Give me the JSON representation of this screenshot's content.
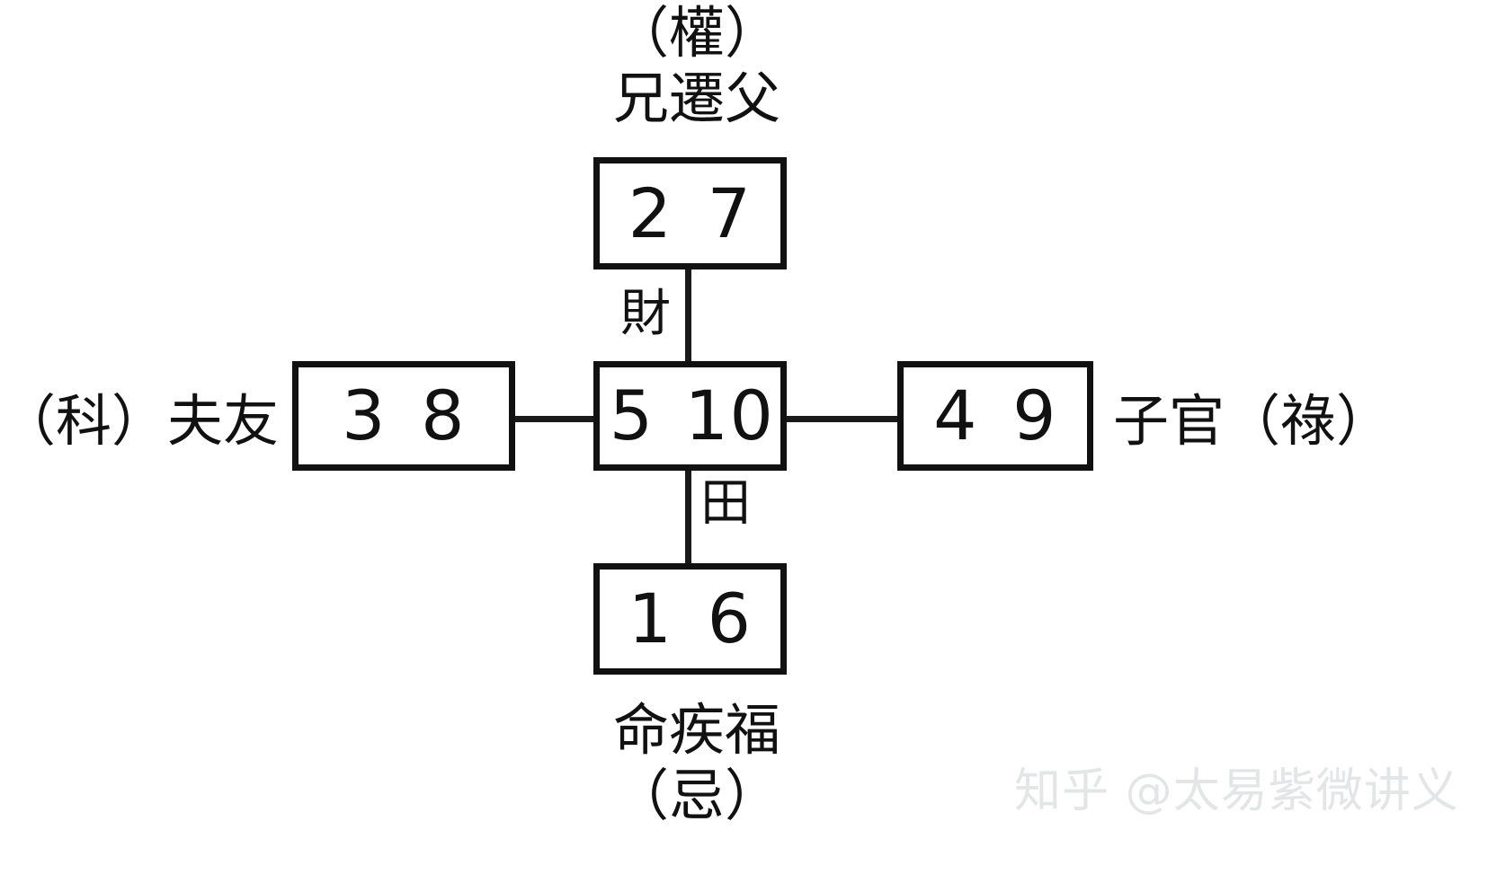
{
  "diagram": {
    "type": "four-transformation-cross-diagram",
    "title_visible": false,
    "boxes": {
      "top": {
        "id": "top-box",
        "first": "2",
        "second": "7"
      },
      "center": {
        "id": "center-box",
        "first": "5",
        "second": "10"
      },
      "left": {
        "id": "left-box",
        "first": "3",
        "second": "8"
      },
      "right": {
        "id": "right-box",
        "first": "4",
        "second": "9"
      },
      "bottom": {
        "id": "bottom-box",
        "first": "1",
        "second": "6"
      }
    },
    "palace_labels": {
      "top": {
        "line1": "（權）",
        "line2": "兄遷父"
      },
      "left": {
        "line1": "（科）夫友"
      },
      "right": {
        "line1": "子官（祿）"
      },
      "bottom": {
        "line1": "命疾福",
        "line2": "（忌）"
      }
    },
    "edge_labels": {
      "top_connector": "財",
      "bottom_connector": "田"
    },
    "colors": {
      "stroke": "#111111",
      "background": "#ffffff",
      "text": "#111111",
      "watermark": "#e3e5e7"
    }
  },
  "watermark": {
    "text": "知乎 @太易紫微讲义"
  }
}
